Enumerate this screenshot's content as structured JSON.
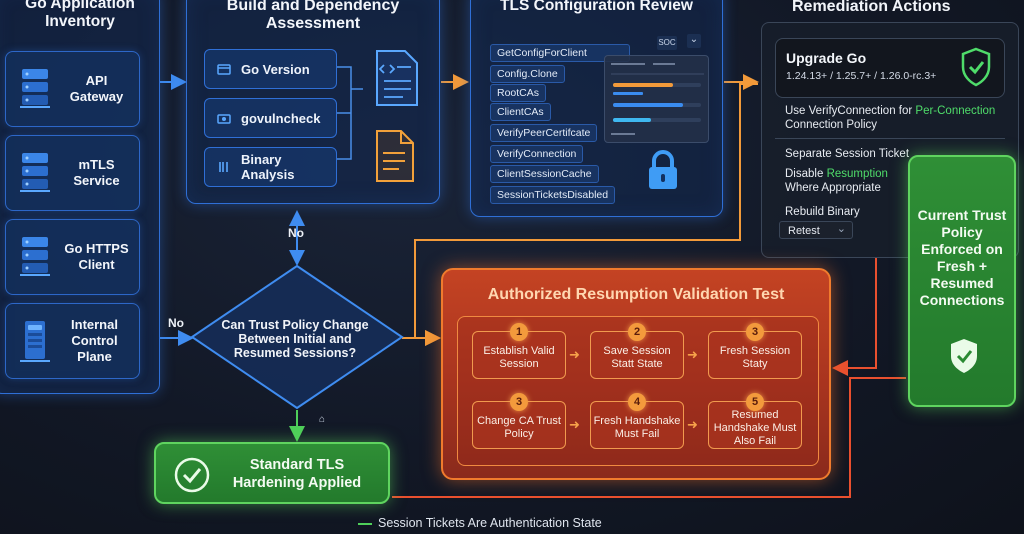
{
  "inventory": {
    "title": "Go Application Inventory",
    "items": [
      {
        "label": "API Gateway"
      },
      {
        "label": "mTLS Service"
      },
      {
        "label": "Go HTTPS Client"
      },
      {
        "label": "Internal Control Plane"
      }
    ]
  },
  "build": {
    "title": "Build and Dependency Assessment",
    "tools": [
      {
        "label": "Go Version",
        "icon": "package-icon"
      },
      {
        "label": "govulncheck",
        "icon": "bug-scan-icon"
      },
      {
        "label": "Binary Analysis",
        "icon": "binary-icon"
      }
    ]
  },
  "tls": {
    "title": "TLS Configuration Review",
    "items": [
      "GetConfigForClient",
      "Config.Clone",
      "RootCAs",
      "ClientCAs",
      "VerifyPeerCertifcate",
      "VerifyConnection",
      "ClientSessionCache",
      "SessionTicketsDisabled"
    ],
    "soc_label": "SOC",
    "soc_dropdown": "⌄"
  },
  "remediation": {
    "title": "Remediation Actions",
    "upgrade_title": "Upgrade Go",
    "upgrade_versions": "1.24.13+ / 1.25.7+ / 1.26.0-rc.3+",
    "verify_prefix": "Use VerifyConnection for ",
    "verify_highlight": "Per-Connection",
    "verify_suffix": "Connection Policy",
    "separate": "Separate Session Ticket",
    "disable_prefix": "Disable ",
    "disable_highlight": "Resumption",
    "disable_suffix": "Where Appropriate",
    "rebuild": "Rebuild Binary",
    "retest": "Retest",
    "retest_arrow": "⌄"
  },
  "decision": {
    "question": "Can Trust Policy Change Between Initial and Resumed Sessions?",
    "no_top": "No",
    "no_left": "No",
    "yes_icon": "⌂"
  },
  "test": {
    "title": "Authorized Resumption Validation Test",
    "steps": [
      {
        "num": "1",
        "label": "Establish Valid Session"
      },
      {
        "num": "2",
        "label": "Save Session Statt State"
      },
      {
        "num": "3",
        "label": "Fresh Session Staty"
      },
      {
        "num": "3",
        "label": "Change CA Trust Policy"
      },
      {
        "num": "4",
        "label": "Fresh Handshake Must Fail"
      },
      {
        "num": "5",
        "label": "Resumed Handshake Must Also Fail"
      }
    ]
  },
  "standard": {
    "label": "Standard TLS Hardening Applied"
  },
  "current": {
    "label": "Current Trust Policy Enforced on Fresh + Resumed Connections"
  },
  "footer": {
    "label": "Session Tickets Are Authentication State"
  },
  "colors": {
    "blue": "#2f6fd6",
    "orange": "#f07b2d",
    "green": "#4fdc6a",
    "red": "#e0452a"
  }
}
